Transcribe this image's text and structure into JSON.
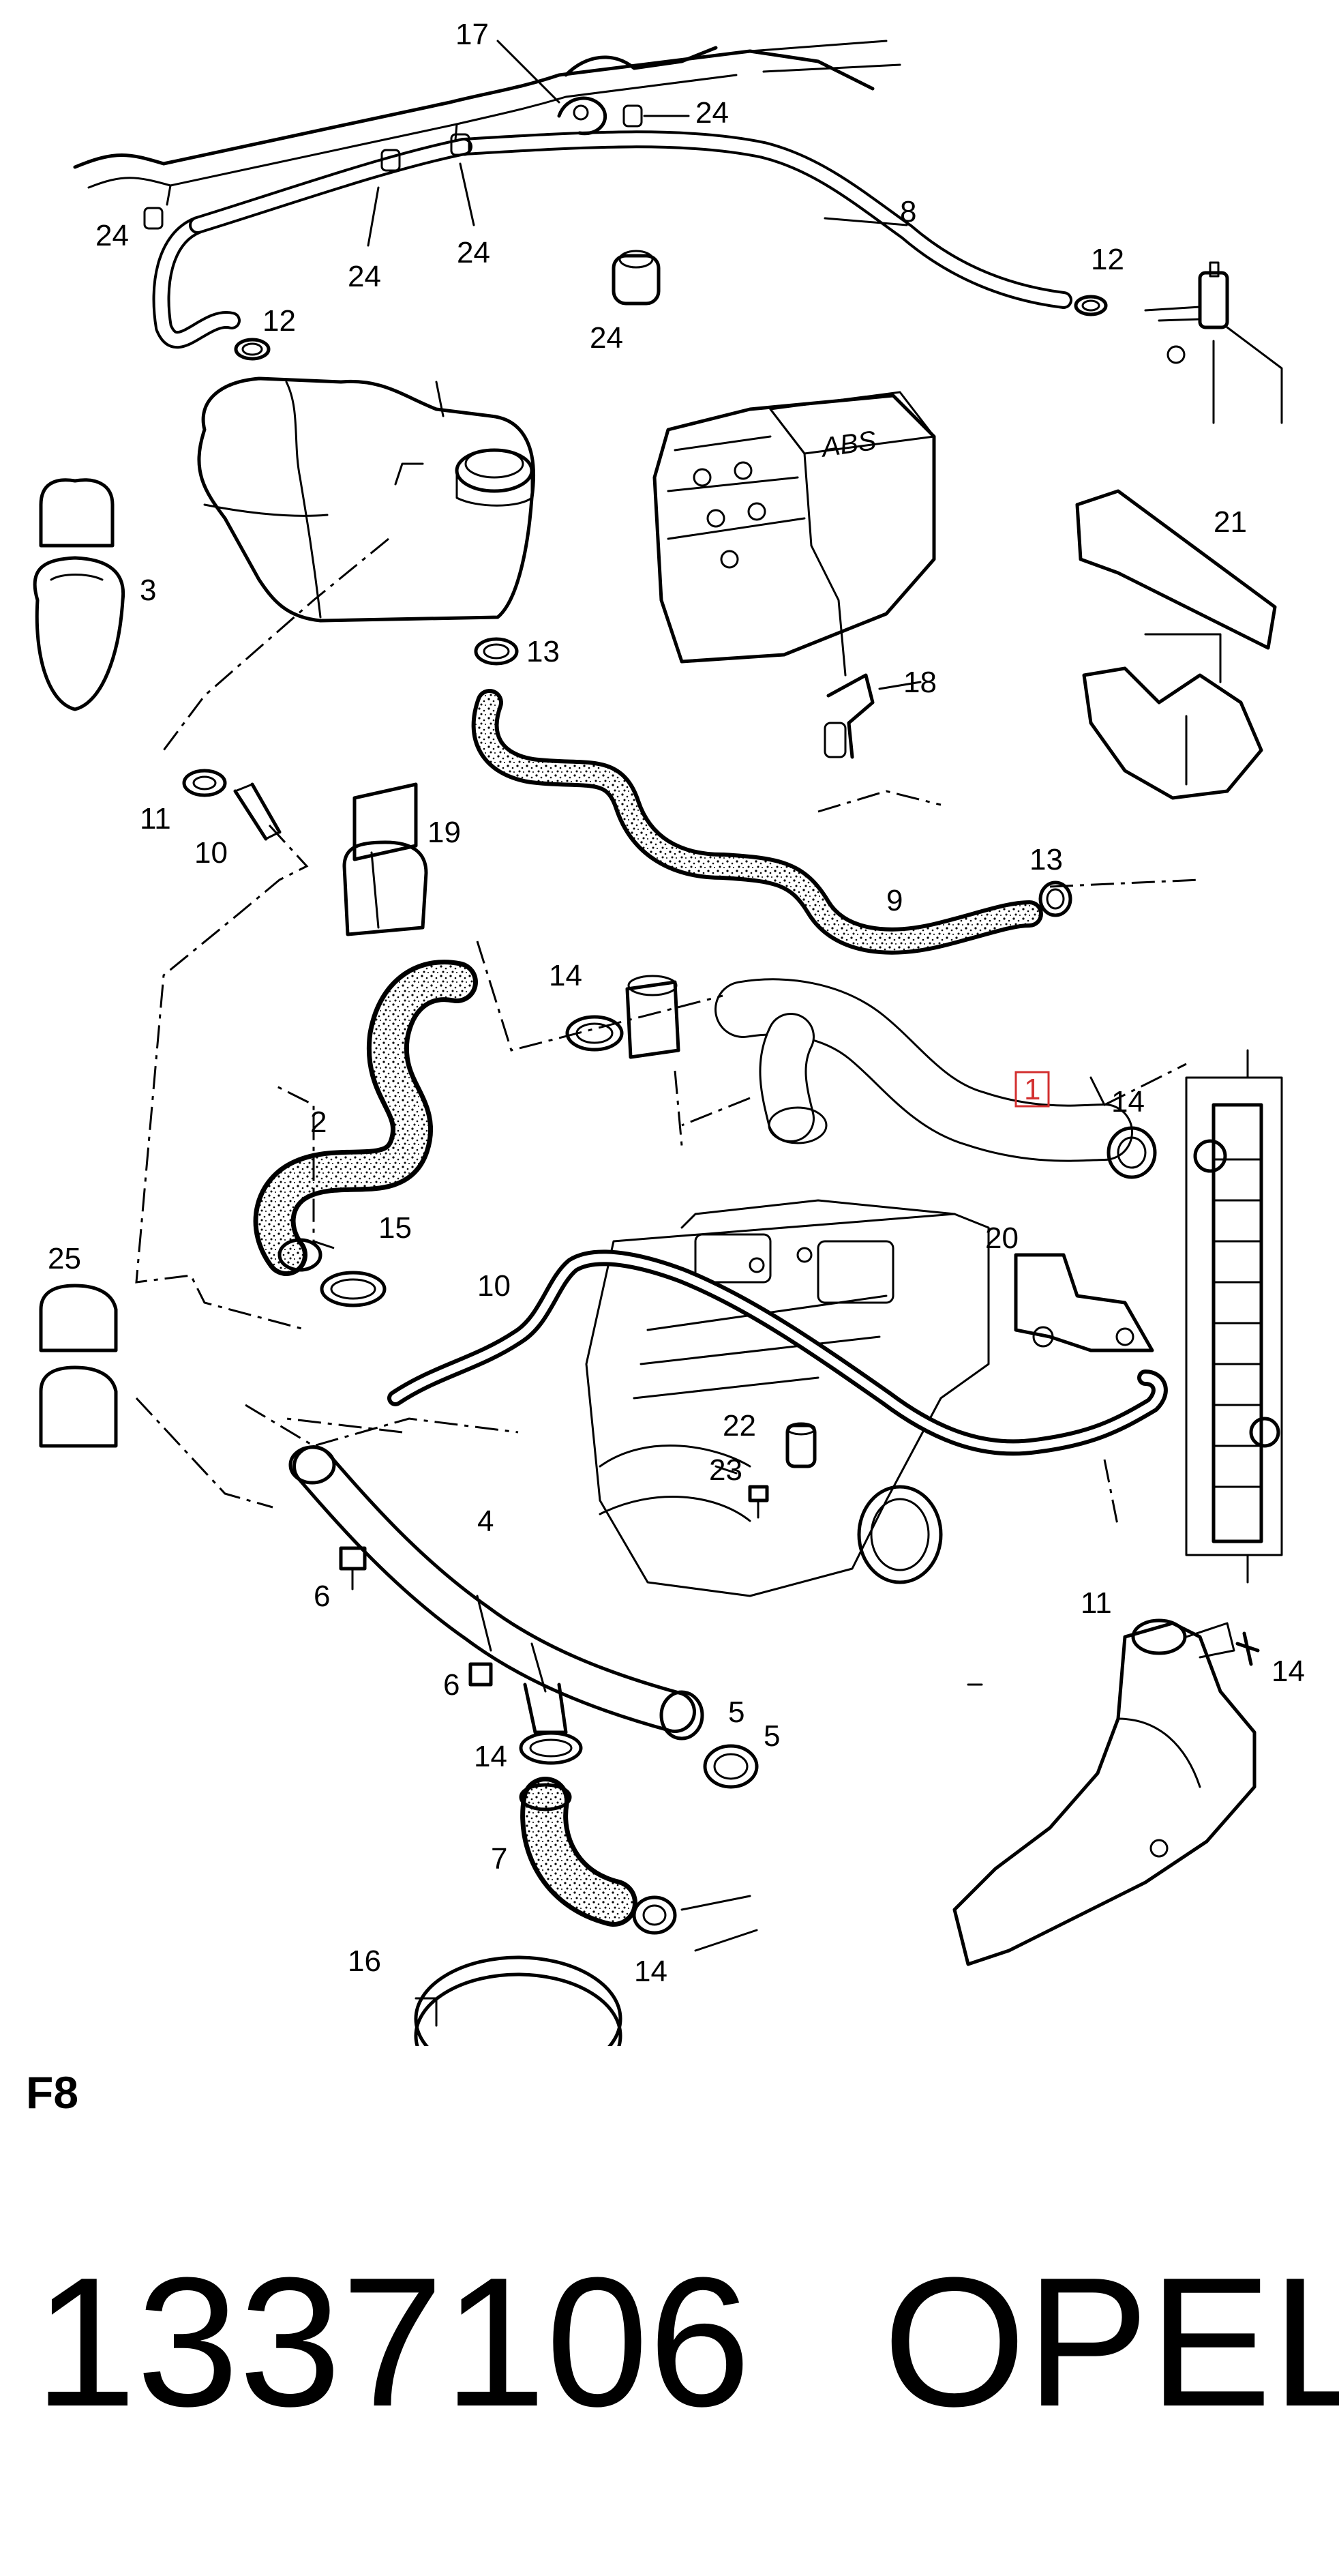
{
  "diagram": {
    "figure_label": "F8",
    "highlight_color": "#d32f2f",
    "callouts": [
      {
        "id": "c1",
        "text": "1",
        "highlight": true
      },
      {
        "id": "c2",
        "text": "2"
      },
      {
        "id": "c3",
        "text": "3"
      },
      {
        "id": "c4",
        "text": "4"
      },
      {
        "id": "c5a",
        "text": "5"
      },
      {
        "id": "c5b",
        "text": "5"
      },
      {
        "id": "c6a",
        "text": "6"
      },
      {
        "id": "c6b",
        "text": "6"
      },
      {
        "id": "c7",
        "text": "7"
      },
      {
        "id": "c8",
        "text": "8"
      },
      {
        "id": "c9",
        "text": "9"
      },
      {
        "id": "c10a",
        "text": "10"
      },
      {
        "id": "c10b",
        "text": "10"
      },
      {
        "id": "c11a",
        "text": "11"
      },
      {
        "id": "c11b",
        "text": "11"
      },
      {
        "id": "c12a",
        "text": "12"
      },
      {
        "id": "c12b",
        "text": "12"
      },
      {
        "id": "c13a",
        "text": "13"
      },
      {
        "id": "c13b",
        "text": "13"
      },
      {
        "id": "c14a",
        "text": "14"
      },
      {
        "id": "c14b",
        "text": "14"
      },
      {
        "id": "c14c",
        "text": "14"
      },
      {
        "id": "c14d",
        "text": "14"
      },
      {
        "id": "c14e",
        "text": "14"
      },
      {
        "id": "c15",
        "text": "15"
      },
      {
        "id": "c16",
        "text": "16"
      },
      {
        "id": "c17",
        "text": "17"
      },
      {
        "id": "c18",
        "text": "18"
      },
      {
        "id": "c19",
        "text": "19"
      },
      {
        "id": "c20",
        "text": "20"
      },
      {
        "id": "c21",
        "text": "21"
      },
      {
        "id": "c22",
        "text": "22"
      },
      {
        "id": "c23",
        "text": "23"
      },
      {
        "id": "c24a",
        "text": "24"
      },
      {
        "id": "c24b",
        "text": "24"
      },
      {
        "id": "c24c",
        "text": "24"
      },
      {
        "id": "c24d",
        "text": "24"
      },
      {
        "id": "c24e",
        "text": "24"
      },
      {
        "id": "c25",
        "text": "25"
      }
    ],
    "abs_unit_label": "ABS"
  },
  "footer": {
    "part_number": "1337106",
    "brand": "OPEL"
  }
}
